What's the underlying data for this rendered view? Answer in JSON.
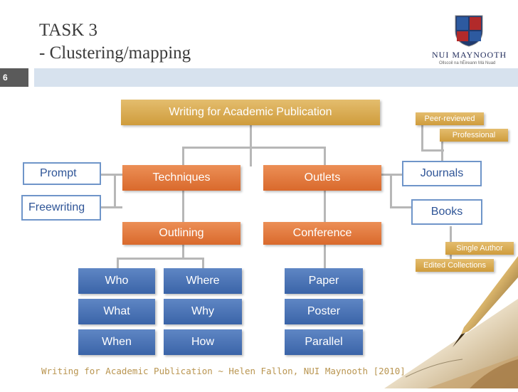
{
  "slide": {
    "title_line1": "TASK 3",
    "title_line2": "- Clustering/mapping",
    "number": "6",
    "footer": "Writing for Academic Publication  ~  Helen Fallon, NUI Maynooth [2010]"
  },
  "logo": {
    "name": "NUI MAYNOOTH",
    "subtitle": "Ollscoil na hÉireann Má Nuad"
  },
  "map": {
    "root": "Writing for Academic Publication",
    "techniques": "Techniques",
    "outlets": "Outlets",
    "prompt": "Prompt",
    "freewriting": "Freewriting",
    "outlining": "Outlining",
    "conference": "Conference",
    "who": "Who",
    "what": "What",
    "when": "When",
    "where": "Where",
    "why": "Why",
    "how": "How",
    "paper": "Paper",
    "poster": "Poster",
    "parallel": "Parallel",
    "journals": "Journals",
    "books": "Books",
    "peer_reviewed": "Peer-reviewed",
    "professional": "Professional",
    "single_author": "Single Author",
    "edited_collections": "Edited Collections"
  },
  "colors": {
    "gold": "#d9a94e",
    "orange": "#e27a3f",
    "blue": "#4a74b7",
    "accent_bar": "#d7e2ee"
  }
}
